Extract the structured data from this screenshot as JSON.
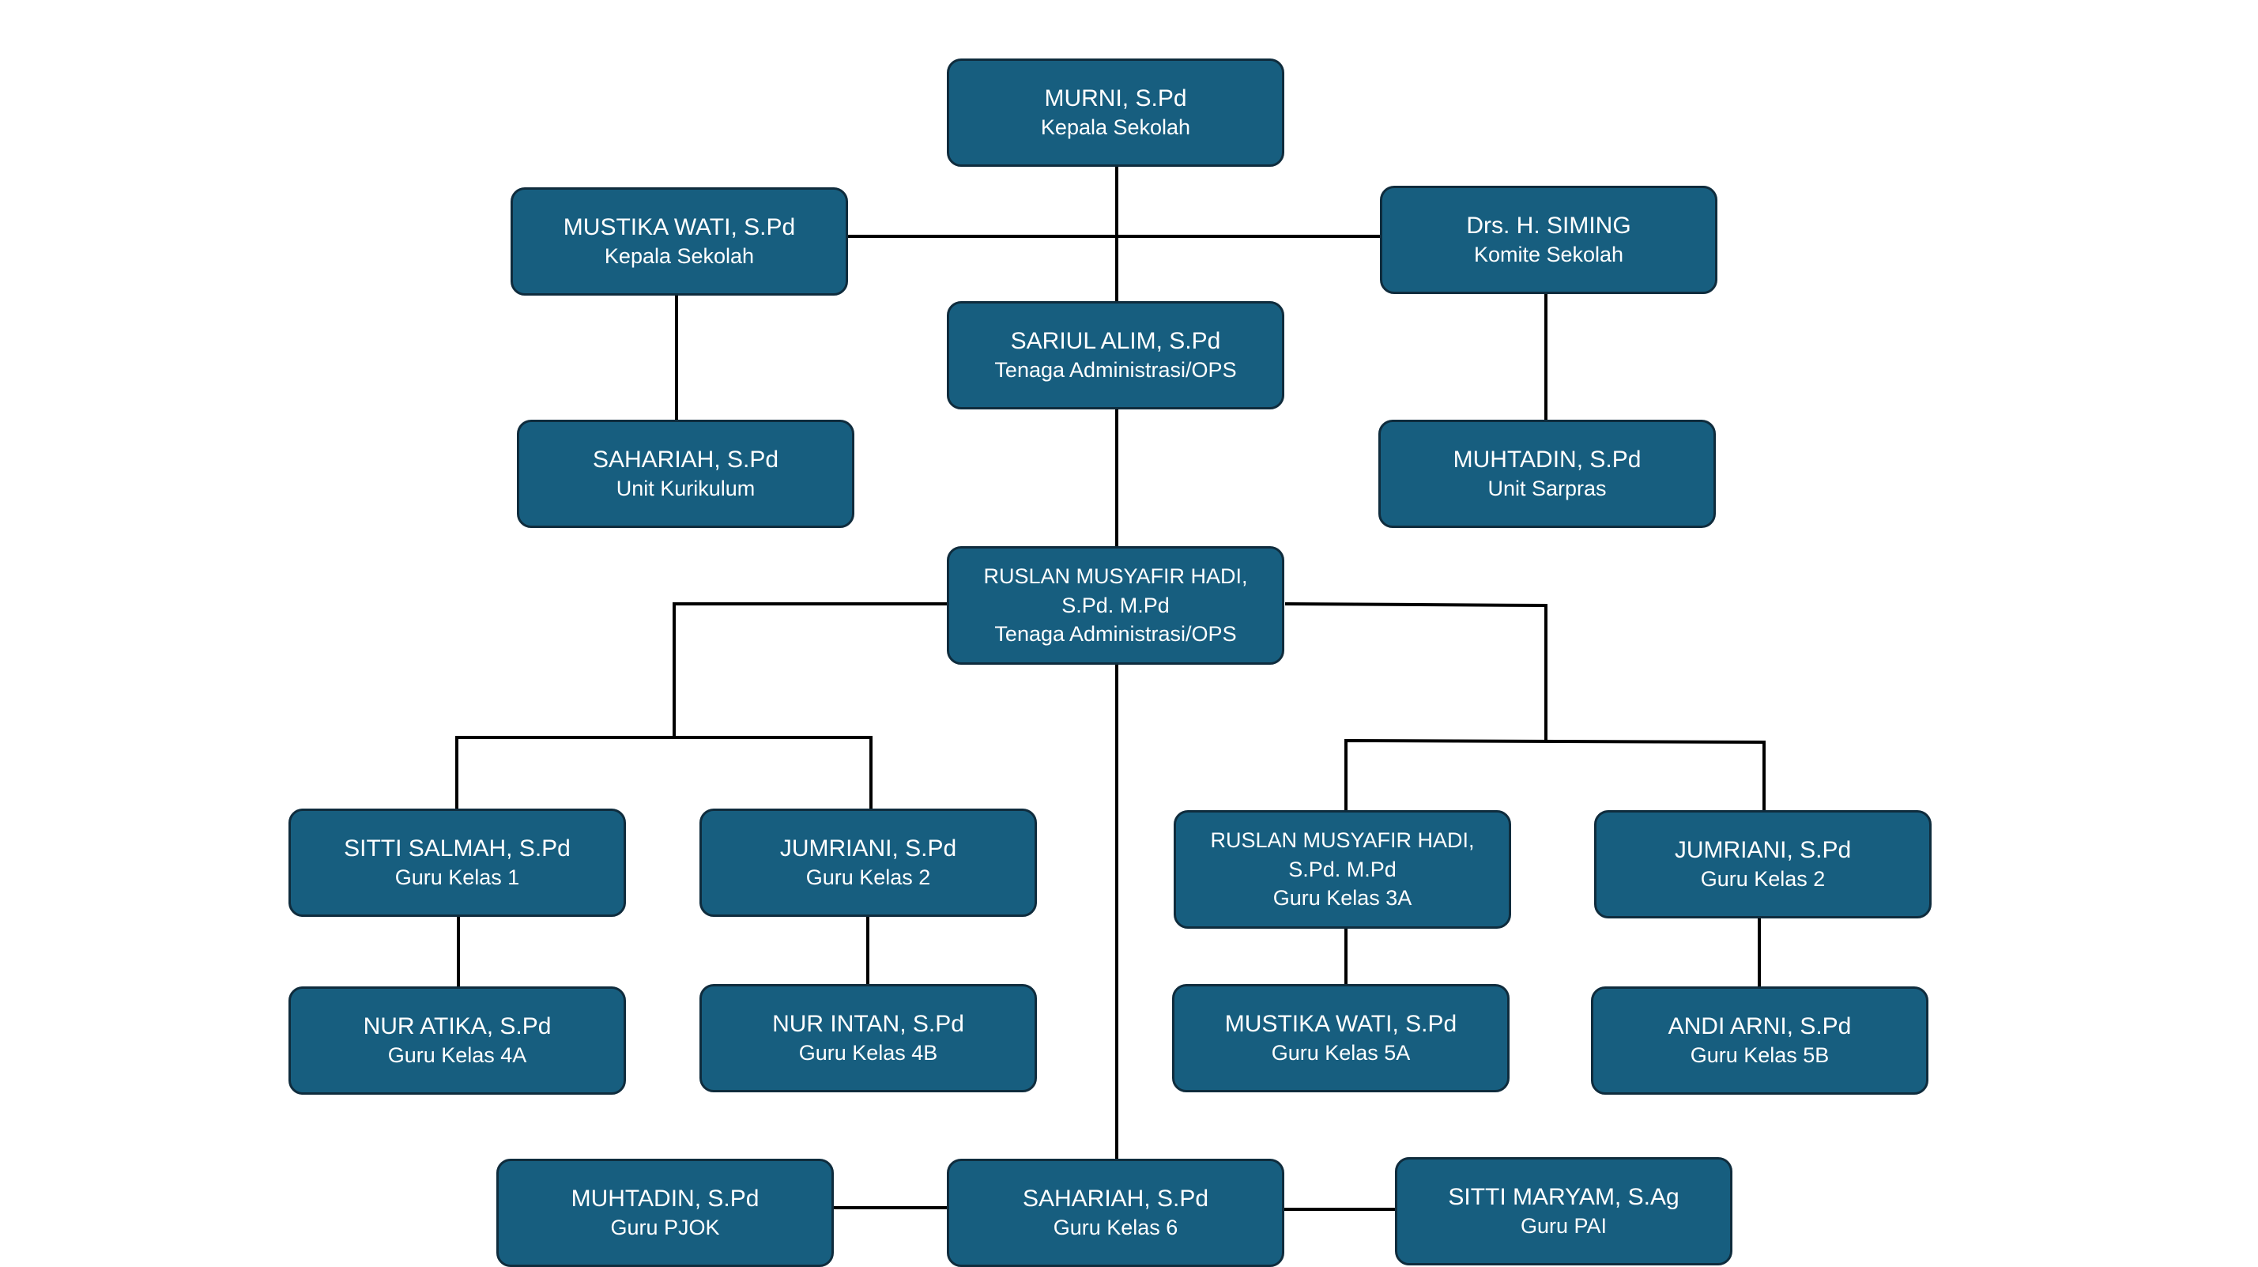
{
  "colors": {
    "node_fill": "#175e7f",
    "node_border": "#0f2c3d",
    "node_text": "#ffffff",
    "connector": "#000000"
  },
  "nodes": {
    "kepala": {
      "name": "MURNI, S.Pd",
      "role": "Kepala Sekolah"
    },
    "wakil": {
      "name": "MUSTIKA WATI, S.Pd",
      "role": "Kepala Sekolah"
    },
    "komite": {
      "name": "Drs. H. SIMING",
      "role": "Komite Sekolah"
    },
    "admin1": {
      "name": "SARIUL ALIM, S.Pd",
      "role": "Tenaga Administrasi/OPS"
    },
    "kurikulum": {
      "name": "SAHARIAH, S.Pd",
      "role": "Unit Kurikulum"
    },
    "sarpras": {
      "name": "MUHTADIN, S.Pd",
      "role": "Unit Sarpras"
    },
    "admin2": {
      "name_line1": "RUSLAN MUSYAFIR HADI,",
      "name_line2": "S.Pd. M.Pd",
      "role": "Tenaga Administrasi/OPS"
    },
    "kelas1": {
      "name": "SITTI SALMAH, S.Pd",
      "role": "Guru Kelas 1"
    },
    "kelas2a": {
      "name": "JUMRIANI, S.Pd",
      "role": "Guru Kelas 2"
    },
    "kelas3a": {
      "name_line1": "RUSLAN MUSYAFIR HADI,",
      "name_line2": "S.Pd. M.Pd",
      "role": "Guru Kelas 3A"
    },
    "kelas2b": {
      "name": "JUMRIANI, S.Pd",
      "role": "Guru Kelas 2"
    },
    "kelas4a": {
      "name": "NUR ATIKA, S.Pd",
      "role": "Guru Kelas 4A"
    },
    "kelas4b": {
      "name": "NUR INTAN, S.Pd",
      "role": "Guru Kelas 4B"
    },
    "kelas5a": {
      "name": "MUSTIKA WATI, S.Pd",
      "role": "Guru Kelas 5A"
    },
    "kelas5b": {
      "name": "ANDI ARNI, S.Pd",
      "role": "Guru Kelas 5B"
    },
    "pjok": {
      "name": "MUHTADIN, S.Pd",
      "role": "Guru PJOK"
    },
    "kelas6": {
      "name": "SAHARIAH, S.Pd",
      "role": "Guru Kelas 6"
    },
    "pai": {
      "name": "SITTI MARYAM, S.Ag",
      "role": "Guru PAI"
    }
  }
}
